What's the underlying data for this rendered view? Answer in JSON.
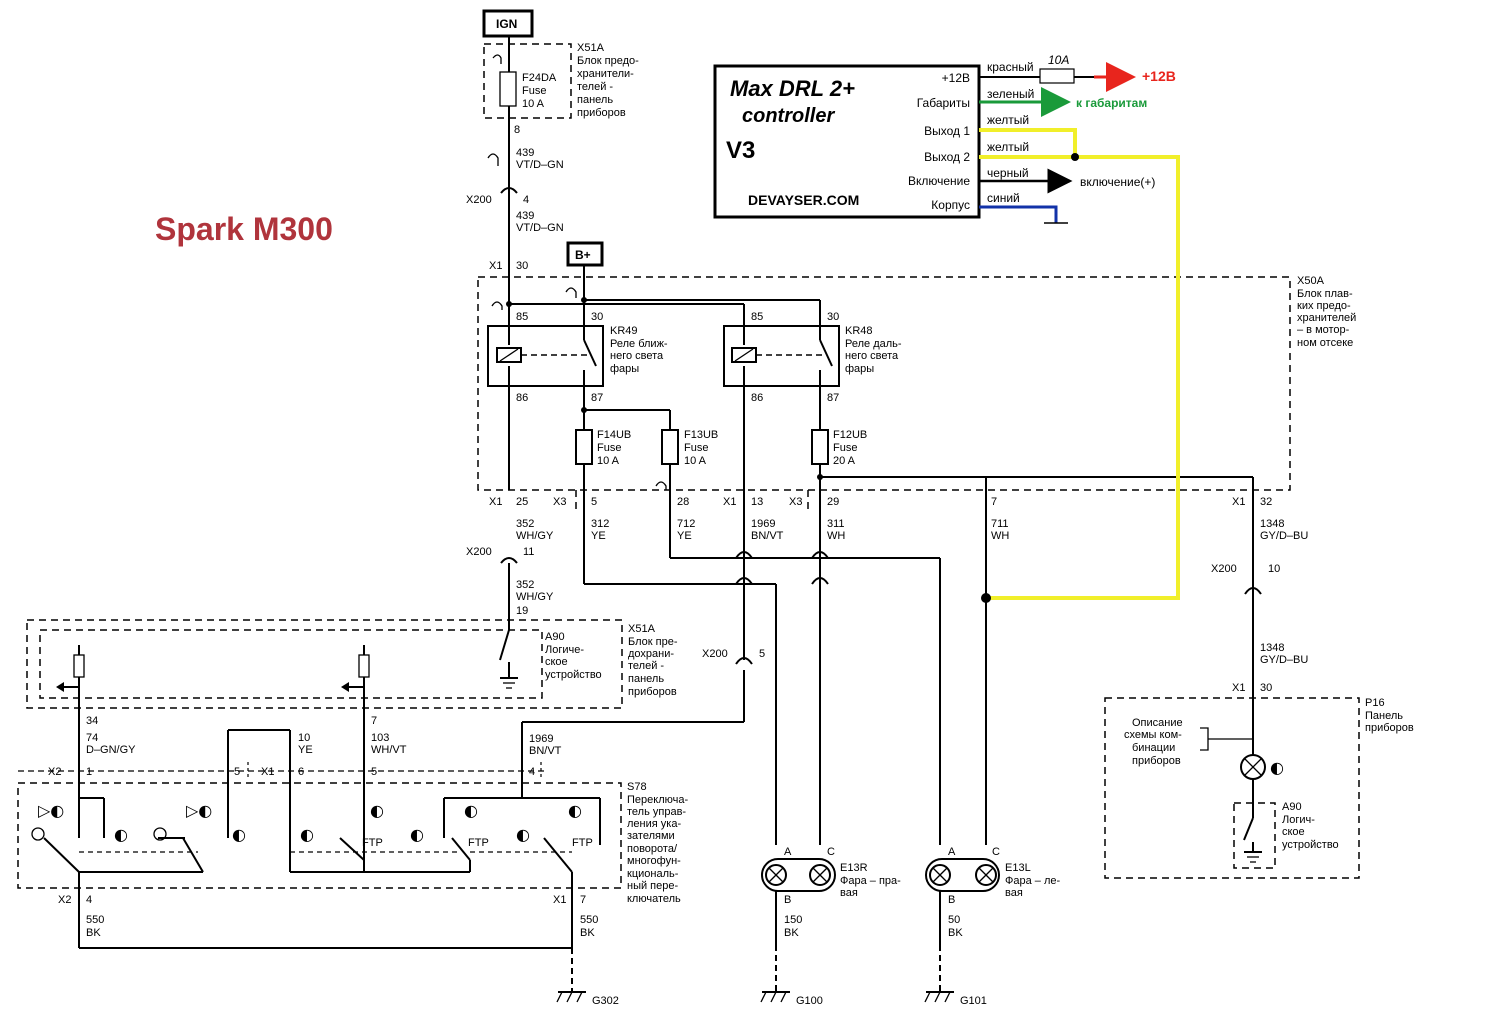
{
  "title": "Spark M300",
  "colors": {
    "title": "#b0343c",
    "red": "#e8251d",
    "green": "#1a9a3a",
    "yellow": "#f1ef2a",
    "blue": "#1232a8",
    "black": "#000000"
  },
  "ign": "IGN",
  "bplus": "B+",
  "x51a_top": {
    "id": "X51A",
    "lines": [
      "Блок предо-",
      "хранители-",
      "телей -",
      "панель",
      "приборов"
    ]
  },
  "f24": {
    "lines": [
      "F24DA",
      "Fuse",
      "10 A"
    ],
    "pin": "8"
  },
  "wire439a": {
    "lines": [
      "439",
      "VT/D–GN"
    ]
  },
  "x200_top": {
    "conn": "X200",
    "pin": "4"
  },
  "wire439b": {
    "lines": [
      "439",
      "VT/D–GN"
    ]
  },
  "x1_30": {
    "conn": "X1",
    "pin": "30"
  },
  "controller": {
    "name_lines": [
      "Max DRL 2+",
      "controller"
    ],
    "version": "V3",
    "site": "DEVAYSER.COM",
    "pins": [
      "+12В",
      "Габариты",
      "Выход 1",
      "Выход 2",
      "Включение",
      "Корпус"
    ],
    "wires": [
      "красный",
      "зеленый",
      "желтый",
      "желтый",
      "черный",
      "синий"
    ],
    "fuse": "10A",
    "plus12": "+12В",
    "to_gabarit": "к габаритам",
    "to_enable": "включение(+)"
  },
  "x50a": {
    "id": "X50A",
    "lines": [
      "Блок плав-",
      "ких предо-",
      "хранителей",
      "– в мотор-",
      "ном отсеке"
    ]
  },
  "kr49": {
    "id": "KR49",
    "lines": [
      "Реле ближ-",
      "него света",
      "фары"
    ],
    "pins": [
      "85",
      "30",
      "86",
      "87"
    ]
  },
  "kr48": {
    "id": "KR48",
    "lines": [
      "Реле даль-",
      "него света",
      "фары"
    ],
    "pins": [
      "85",
      "30",
      "86",
      "87"
    ]
  },
  "f14": [
    "F14UB",
    "Fuse",
    "10 A"
  ],
  "f13": [
    "F13UB",
    "Fuse",
    "10 A"
  ],
  "f12": [
    "F12UB",
    "Fuse",
    "20 A"
  ],
  "bottom_pins": {
    "x1a": "X1",
    "p25": "25",
    "x3a": "X3",
    "p5": "5",
    "p28": "28",
    "x1b": "X1",
    "p13": "13",
    "x3b": "X3",
    "p29": "29",
    "p7": "7",
    "x1c": "X1",
    "p32": "32"
  },
  "wires_mid": {
    "w352": [
      "352",
      "WH/GY"
    ],
    "w312": [
      "312",
      "YE"
    ],
    "w712": [
      "712",
      "YE"
    ],
    "w1969": [
      "1969",
      "BN/VT"
    ],
    "w311": [
      "311",
      "WH"
    ],
    "w711": [
      "711",
      "WH"
    ],
    "w1348": [
      "1348",
      "GY/D–BU"
    ]
  },
  "x200_11": {
    "conn": "X200",
    "pin": "11"
  },
  "w352b": [
    "352",
    "WH/GY",
    "19"
  ],
  "x200_10": {
    "conn": "X200",
    "pin": "10"
  },
  "w1348b": [
    "1348",
    "GY/D–BU"
  ],
  "x1_30b": {
    "conn": "X1",
    "pin": "30"
  },
  "a90": {
    "id": "A90",
    "lines": [
      "Логиче-",
      "ское",
      "устройство"
    ]
  },
  "x51a_mid": {
    "id": "X51A",
    "lines": [
      "Блок пре-",
      "дохрани-",
      "телей -",
      "панель",
      "приборов"
    ]
  },
  "x200_5": {
    "conn": "X200",
    "pin": "5"
  },
  "p16": {
    "id": "P16",
    "lines": [
      "Панель",
      "приборов"
    ],
    "desc": [
      "Описание",
      "схемы ком-",
      "бинации",
      "приборов"
    ]
  },
  "a90b": {
    "id": "A90",
    "lines": [
      "Логич-",
      "ское",
      "устройство"
    ]
  },
  "w74": {
    "pin": "34",
    "lines": [
      "74",
      "D–GN/GY"
    ]
  },
  "w10": {
    "lines": [
      "10",
      "YE"
    ]
  },
  "w103": {
    "pin": "7",
    "lines": [
      "103",
      "WH/VT"
    ]
  },
  "w1969b": [
    "1969",
    "BN/VT"
  ],
  "s78_pins": {
    "x2": "X2",
    "p1": "1",
    "p5": "5",
    "x1": "X1",
    "p6": "6",
    "p5b": "5",
    "p4": "4"
  },
  "s78": {
    "id": "S78",
    "lines": [
      "Переключа-",
      "тель управ-",
      "ления ука-",
      "зателями",
      "поворота/",
      "многофун-",
      "кциональ-",
      "ный пере-",
      "ключатель"
    ]
  },
  "ftp": "FTP",
  "e13r": {
    "id": "E13R",
    "lines": [
      "Фара – пра-",
      "вая"
    ],
    "pins": [
      "A",
      "C",
      "B"
    ]
  },
  "e13l": {
    "id": "E13L",
    "lines": [
      "Фара – ле-",
      "вая"
    ],
    "pins": [
      "A",
      "C",
      "B"
    ]
  },
  "gnd_wires": {
    "x2": "X2",
    "p4": "4",
    "w550a": [
      "550",
      "BK"
    ],
    "x1": "X1",
    "p7": "7",
    "w550b": [
      "550",
      "BK"
    ],
    "w150": [
      "150",
      "BK"
    ],
    "w50": [
      "50",
      "BK"
    ]
  },
  "grounds": [
    "G302",
    "G100",
    "G101"
  ]
}
